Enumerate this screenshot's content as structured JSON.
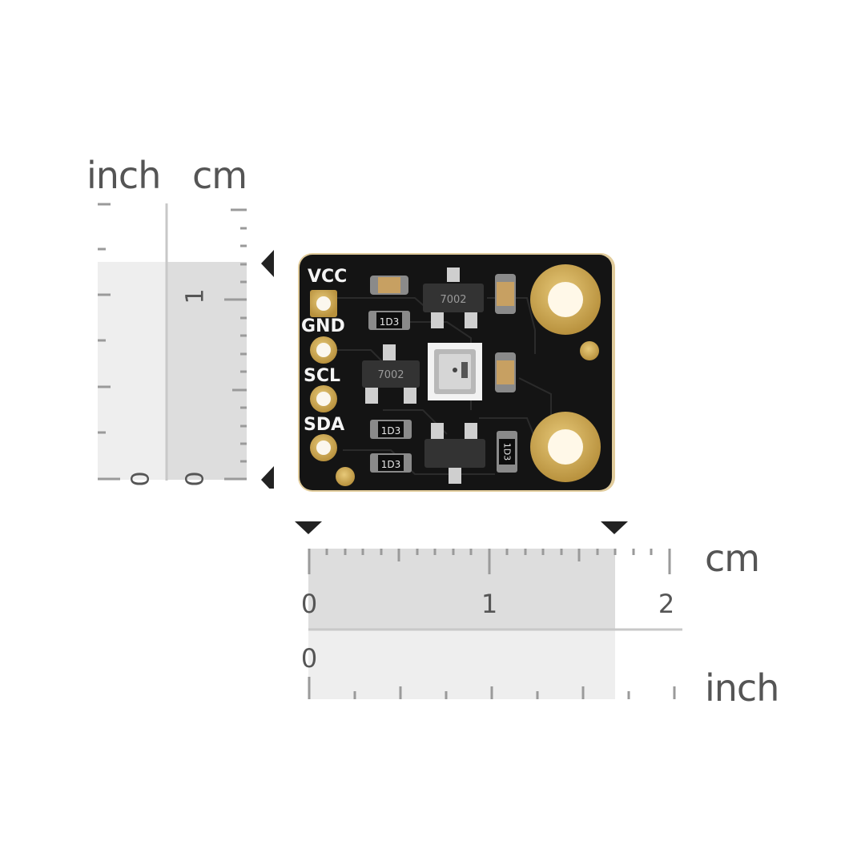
{
  "vertical_ruler": {
    "inch_label": "inch",
    "cm_label": "cm",
    "inch_zero": "0",
    "cm_zero": "0",
    "cm_one": "1"
  },
  "horizontal_ruler": {
    "cm_label": "cm",
    "inch_label": "inch",
    "cm_ticks": [
      "0",
      "1",
      "2"
    ],
    "inch_zero": "0"
  },
  "board": {
    "pins": [
      "VCC",
      "GND",
      "SCL",
      "SDA"
    ],
    "resistor_codes": [
      "1D3",
      "1D3",
      "1D3",
      "1D3"
    ],
    "transistor_codes": [
      "7002",
      "7002"
    ]
  },
  "colors": {
    "pcb": "#141414",
    "gold": "#c9a24b",
    "ruler_fill": "#ebebeb",
    "ruler_fill_dark": "#dcdcdc",
    "tick": "#9a9a9a",
    "text": "#555555"
  }
}
